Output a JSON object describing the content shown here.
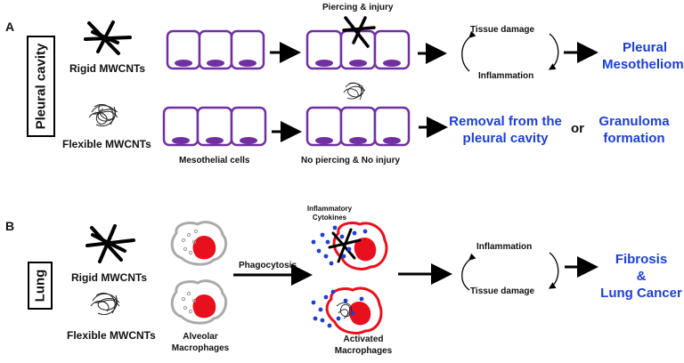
{
  "panel_a": {
    "letter": "A",
    "region_label": "Pleural cavity",
    "rigid_label": "Rigid MWCNTs",
    "flexible_label": "Flexible MWCNTs",
    "mesothelial_label": "Mesothelial cells",
    "piercing_label": "Piercing & injury",
    "no_piercing_label": "No piercing & No injury",
    "tissue_damage_label": "Tissue damage",
    "inflammation_label": "Inflammation",
    "outcome_rigid_line1": "Pleural",
    "outcome_rigid_line2": "Mesothelioma",
    "outcome_flex_removal_line1": "Removal from the",
    "outcome_flex_removal_line2": "pleural cavity",
    "or_label": "or",
    "outcome_flex_granuloma_line1": "Granuloma",
    "outcome_flex_granuloma_line2": "formation"
  },
  "panel_b": {
    "letter": "B",
    "region_label": "Lung",
    "rigid_label": "Rigid MWCNTs",
    "flexible_label": "Flexible MWCNTs",
    "alveolar_line1": "Alveolar",
    "alveolar_line2": "Macrophages",
    "phagocytosis_label": "Phagocytosis",
    "cytokines_line1": "Inflammatory",
    "cytokines_line2": "Cytokines",
    "activated_line1": "Activated",
    "activated_line2": "Macrophages",
    "inflammation_label": "Inflammation",
    "tissue_damage_label": "Tissue damage",
    "outcome_line1": "Fibrosis",
    "outcome_line2": "&",
    "outcome_line3": "Lung Cancer"
  },
  "colors": {
    "cell_border": "#7030a0",
    "nucleus": "#7030a0",
    "outcome_text": "#1c3fd6",
    "macrophage_nucleus": "#e8101c",
    "activated_border": "#e8101c",
    "cytokine_dots": "#1f3fd0"
  }
}
